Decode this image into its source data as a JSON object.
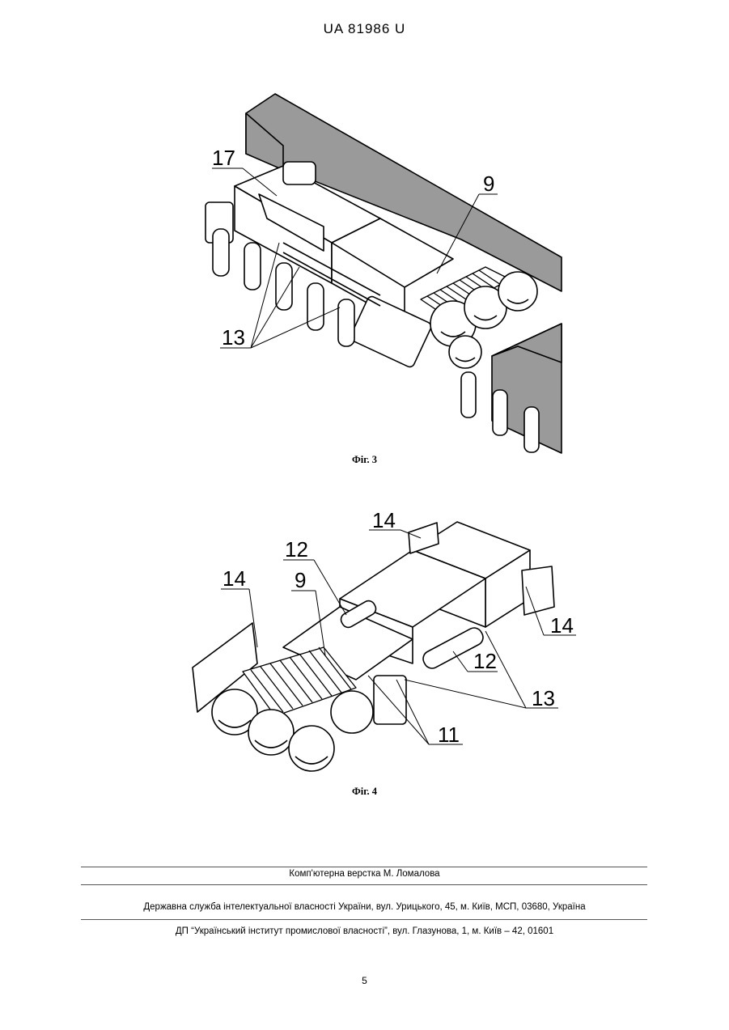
{
  "header": {
    "doc_number": "UA   81986   U"
  },
  "figure3": {
    "caption": "Фіг. 3",
    "labels": {
      "l17": "17",
      "l9": "9",
      "l13": "13"
    }
  },
  "figure4": {
    "caption": "Фіг. 4",
    "labels": {
      "l14a": "14",
      "l14b": "14",
      "l14c": "14",
      "l12a": "12",
      "l12b": "12",
      "l9": "9",
      "l13": "13",
      "l11": "11"
    }
  },
  "footer": {
    "layout_credit": "Комп'ютерна верстка М. Ломалова",
    "agency": "Державна служба інтелектуальної власності України, вул. Урицького, 45, м. Київ, МСП, 03680, Україна",
    "institute": "ДП “Український інститут промислової власності”, вул. Глазунова, 1, м. Київ – 42, 01601"
  },
  "page_number": "5"
}
